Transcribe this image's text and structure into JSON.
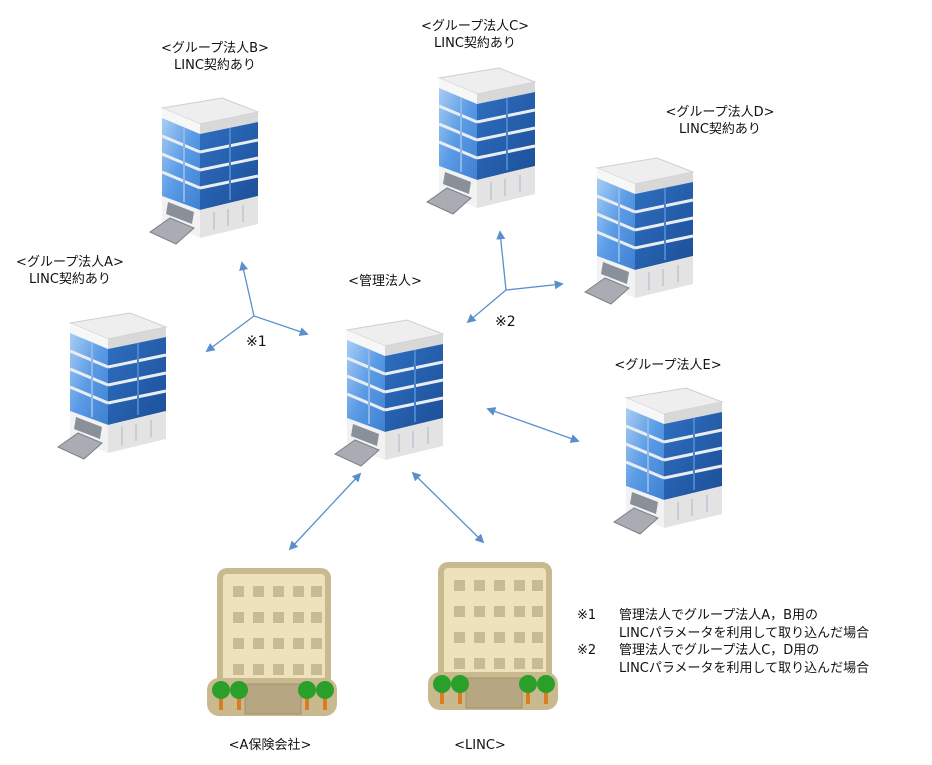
{
  "nodes": {
    "group_b": {
      "title": "<グループ法人B>",
      "subtitle": "LINC契約あり"
    },
    "group_c": {
      "title": "<グループ法人C>",
      "subtitle": "LINC契約あり"
    },
    "group_d": {
      "title": "<グループ法人D>",
      "subtitle": "LINC契約あり"
    },
    "group_a": {
      "title": "<グループ法人A>",
      "subtitle": "LINC契約あり"
    },
    "manager": {
      "title": "<管理法人>"
    },
    "group_e": {
      "title": "<グループ法人E>"
    },
    "insurer": {
      "title": "<A保険会社>"
    },
    "linc": {
      "title": "<LINC>"
    }
  },
  "marks": {
    "m1": "※1",
    "m2": "※2"
  },
  "notes": [
    {
      "mark": "※1",
      "lines": [
        "管理法人でグループ法人A，B用の",
        "LINCパラメータを利用して取り込んだ場合"
      ]
    },
    {
      "mark": "※2",
      "lines": [
        "管理法人でグループ法人C，D用の",
        "LINCパラメータを利用して取り込んだ場合"
      ]
    }
  ],
  "colors": {
    "arrow": "#5b8fc9",
    "glass": "#4d8fd8",
    "glass_dark": "#2a63b0",
    "beige": "#ede2bb",
    "beige_border": "#c7b88f",
    "tree": "#2aa02a"
  }
}
